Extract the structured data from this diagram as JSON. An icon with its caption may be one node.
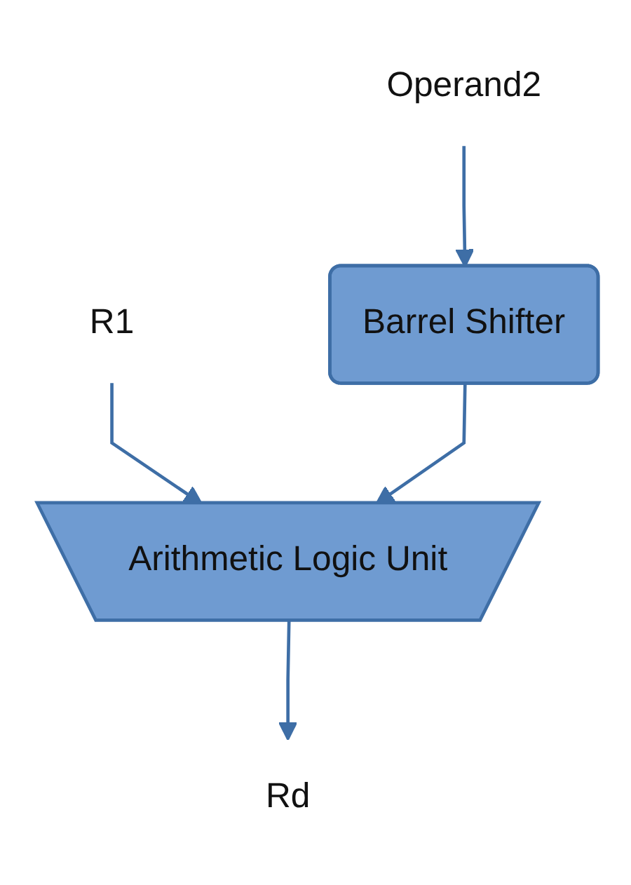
{
  "diagram": {
    "nodes": [
      {
        "text": [
          "R1"
        ]
      },
      {
        "text": [
          "Operand2"
        ]
      },
      {
        "text": [
          "Barrel Shifter"
        ]
      },
      {
        "text": [
          "Arithmetic Logic Unit"
        ]
      },
      {
        "text": [
          "Rd"
        ]
      }
    ],
    "edges": [
      {
        "from": 1,
        "to": 2,
        "arrow": "to"
      },
      {
        "from": 0,
        "to": 3,
        "arrow": "to"
      },
      {
        "from": 2,
        "to": 3,
        "arrow": "to"
      },
      {
        "from": 3,
        "to": 4,
        "arrow": "to"
      }
    ]
  }
}
